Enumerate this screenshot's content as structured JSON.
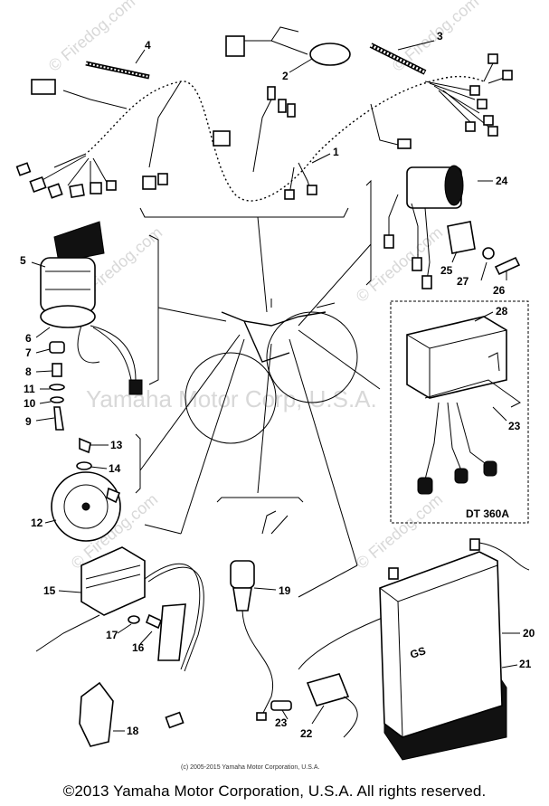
{
  "watermarks": {
    "site": "© Firedog.com",
    "center": "Yamaha Motor Corp, U.S.A."
  },
  "callouts": {
    "c1": "1",
    "c2": "2",
    "c3": "3",
    "c4": "4",
    "c5": "5",
    "c6": "6",
    "c7": "7",
    "c8": "8",
    "c9": "9",
    "c10": "10",
    "c11": "11",
    "c12": "12",
    "c13": "13",
    "c14": "14",
    "c15": "15",
    "c16": "16",
    "c17": "17",
    "c18": "18",
    "c19": "19",
    "c20": "20",
    "c21": "21",
    "c22": "22",
    "c23a": "23",
    "c23b": "23",
    "c24": "24",
    "c25": "25",
    "c26": "26",
    "c27": "27",
    "c28": "28"
  },
  "inset_label": "DT 360A",
  "battery_brand": "GS",
  "small_credit": "(c) 2005-2015 Yamaha Motor Corporation, U.S.A.",
  "footer": "©2013 Yamaha Motor Corporation, U.S.A. All rights reserved."
}
